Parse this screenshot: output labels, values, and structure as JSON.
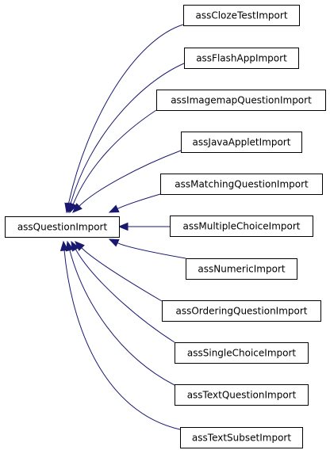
{
  "diagram": {
    "type": "class-inheritance",
    "colors": {
      "edge": "#191970",
      "node_border": "#000000",
      "node_fill": "#ffffff",
      "text": "#000000"
    },
    "base_class": "assQuestionImport",
    "derived_classes": [
      "assClozeTestImport",
      "assFlashAppImport",
      "assImagemapQuestionImport",
      "assJavaAppletImport",
      "assMatchingQuestionImport",
      "assMultipleChoiceImport",
      "assNumericImport",
      "assOrderingQuestionImport",
      "assSingleChoiceImport",
      "assTextQuestionImport",
      "assTextSubsetImport"
    ]
  }
}
